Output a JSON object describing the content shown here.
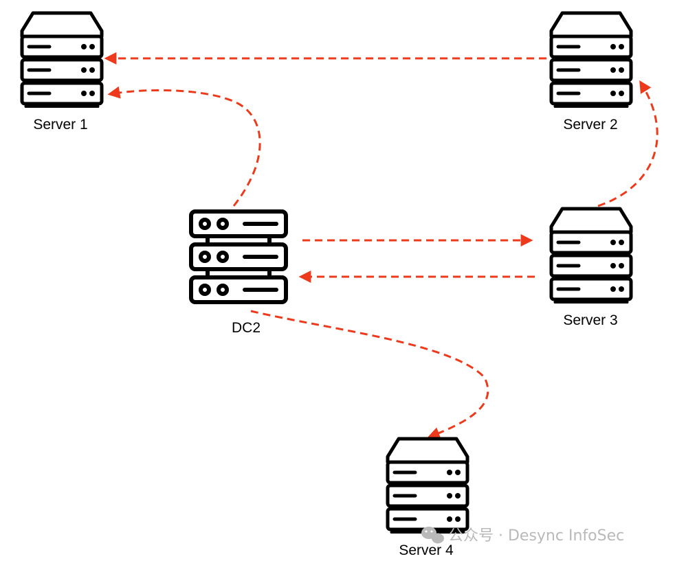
{
  "nodes": [
    {
      "id": "server1",
      "label": "Server 1"
    },
    {
      "id": "server2",
      "label": "Server 2"
    },
    {
      "id": "server3",
      "label": "Server 3"
    },
    {
      "id": "server4",
      "label": "Server 4"
    },
    {
      "id": "dc2",
      "label": "DC2"
    }
  ],
  "edges": [
    {
      "from": "server2",
      "to": "server1"
    },
    {
      "from": "dc2",
      "to": "server1"
    },
    {
      "from": "dc2",
      "to": "server3"
    },
    {
      "from": "server3",
      "to": "dc2"
    },
    {
      "from": "server3",
      "to": "server2"
    },
    {
      "from": "dc2",
      "to": "server4"
    }
  ],
  "watermark": {
    "text": "公众号 · Desync InfoSec",
    "icon": "wechat-icon"
  },
  "colors": {
    "arrow": "#ee3a1c",
    "icon": "#000000",
    "watermark": "#b9b9b9"
  }
}
